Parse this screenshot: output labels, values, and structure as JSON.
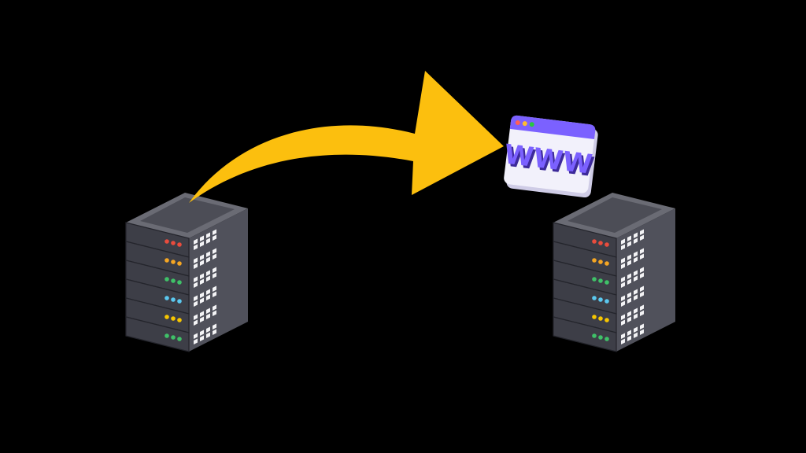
{
  "colors": {
    "background": "#000000",
    "arrow": "#fcbf0e",
    "server_top": "#6a6b74",
    "server_top_inner": "#4c4d56",
    "server_front": "#3d3e47",
    "server_side": "#50515b",
    "led_red": "#e94c3d",
    "led_orange": "#f5a623",
    "led_green": "#3fc168",
    "led_blue": "#5bc8ef",
    "led_yellow": "#f7c600",
    "window_bar": "#7b61ff",
    "window_body": "#f2f1fb",
    "www_fill": "#7b61ff",
    "www_shadow": "#3d2a9a"
  },
  "icons": {
    "source_server": "server-rack-icon",
    "destination_server": "server-rack-icon",
    "transfer_arrow": "curved-arrow-icon",
    "website": "browser-window-icon"
  },
  "website_window": {
    "label": "WWW",
    "button_colors": [
      "#ff5f57",
      "#febc2e",
      "#28c840"
    ]
  },
  "server_rows": [
    {
      "leds": [
        "led_red",
        "led_red",
        "led_red"
      ]
    },
    {
      "leds": [
        "led_orange",
        "led_orange",
        "led_orange"
      ]
    },
    {
      "leds": [
        "led_green",
        "led_green",
        "led_green"
      ]
    },
    {
      "leds": [
        "led_blue",
        "led_blue",
        "led_blue"
      ]
    },
    {
      "leds": [
        "led_yellow",
        "led_yellow",
        "led_yellow"
      ]
    },
    {
      "leds": [
        "led_green",
        "led_green",
        "led_green"
      ]
    }
  ]
}
